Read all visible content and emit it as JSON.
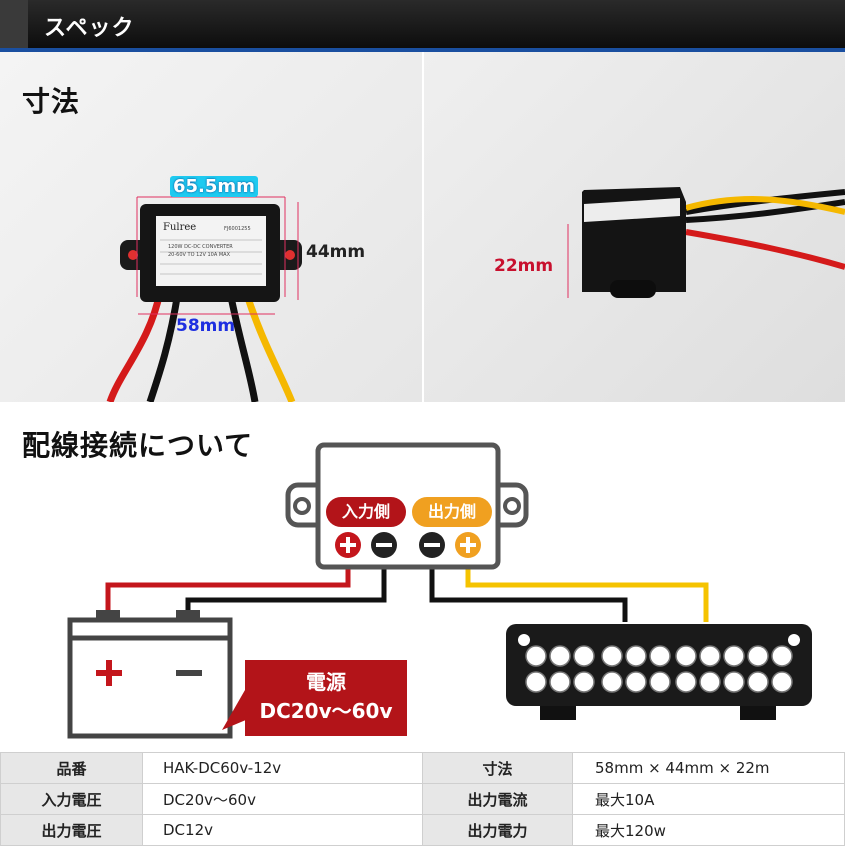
{
  "header": {
    "title": "スペック"
  },
  "dimensions": {
    "title": "寸法",
    "width_top": "65.5mm",
    "width_bottom": "58mm",
    "height": "44mm",
    "depth": "22mm",
    "device_brand": "Fulree",
    "device_model": "FJ6001255",
    "device_line1": "120W DC-DC CONVERTER",
    "device_line2": "20-60V TO 12V 10A MAX"
  },
  "wiring": {
    "title": "配線接続について",
    "input_label": "入力側",
    "output_label": "出力側",
    "power_title": "電源",
    "power_value": "DC20v〜60v"
  },
  "colors": {
    "header_accent": "#1a4fa0",
    "input_red": "#b31419",
    "output_orange": "#f0a020",
    "wire_yellow": "#f5c300"
  },
  "specs": [
    {
      "label": "品番",
      "value": "HAK-DC60v-12v",
      "label2": "寸法",
      "value2": "58mm × 44mm × 22m"
    },
    {
      "label": "入力電圧",
      "value": "DC20v〜60v",
      "label2": "出力電流",
      "value2": "最大10A"
    },
    {
      "label": "出力電圧",
      "value": "DC12v",
      "label2": "出力電力",
      "value2": "最大120w"
    }
  ]
}
